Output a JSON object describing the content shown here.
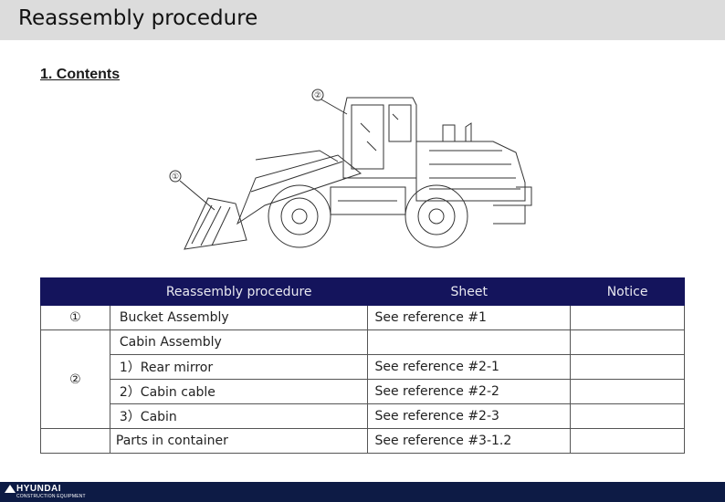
{
  "header": {
    "title": "Reassembly procedure"
  },
  "section": {
    "title": "1. Contents"
  },
  "drawing": {
    "callouts": [
      "①",
      "②"
    ]
  },
  "table": {
    "headers": [
      "",
      "Reassembly procedure",
      "Sheet",
      "Notice"
    ],
    "rows": [
      {
        "num": "①",
        "procedure": "Bucket Assembly",
        "sheet": "See reference #1",
        "notice": ""
      },
      {
        "num": "②",
        "procedure": "Cabin Assembly",
        "sheet": "",
        "notice": ""
      },
      {
        "num": "",
        "procedure": "1）Rear mirror",
        "sheet": "See reference #2-1",
        "notice": ""
      },
      {
        "num": "",
        "procedure": "2）Cabin cable",
        "sheet": "See reference #2-2",
        "notice": ""
      },
      {
        "num": "",
        "procedure": "3）Cabin",
        "sheet": "See reference #2-3",
        "notice": ""
      },
      {
        "num": "",
        "procedure": "Parts in container",
        "sheet": "See reference #3-1.2",
        "notice": ""
      }
    ]
  },
  "footer": {
    "brand": "HYUNDAI",
    "subtitle": "CONSTRUCTION EQUIPMENT"
  }
}
